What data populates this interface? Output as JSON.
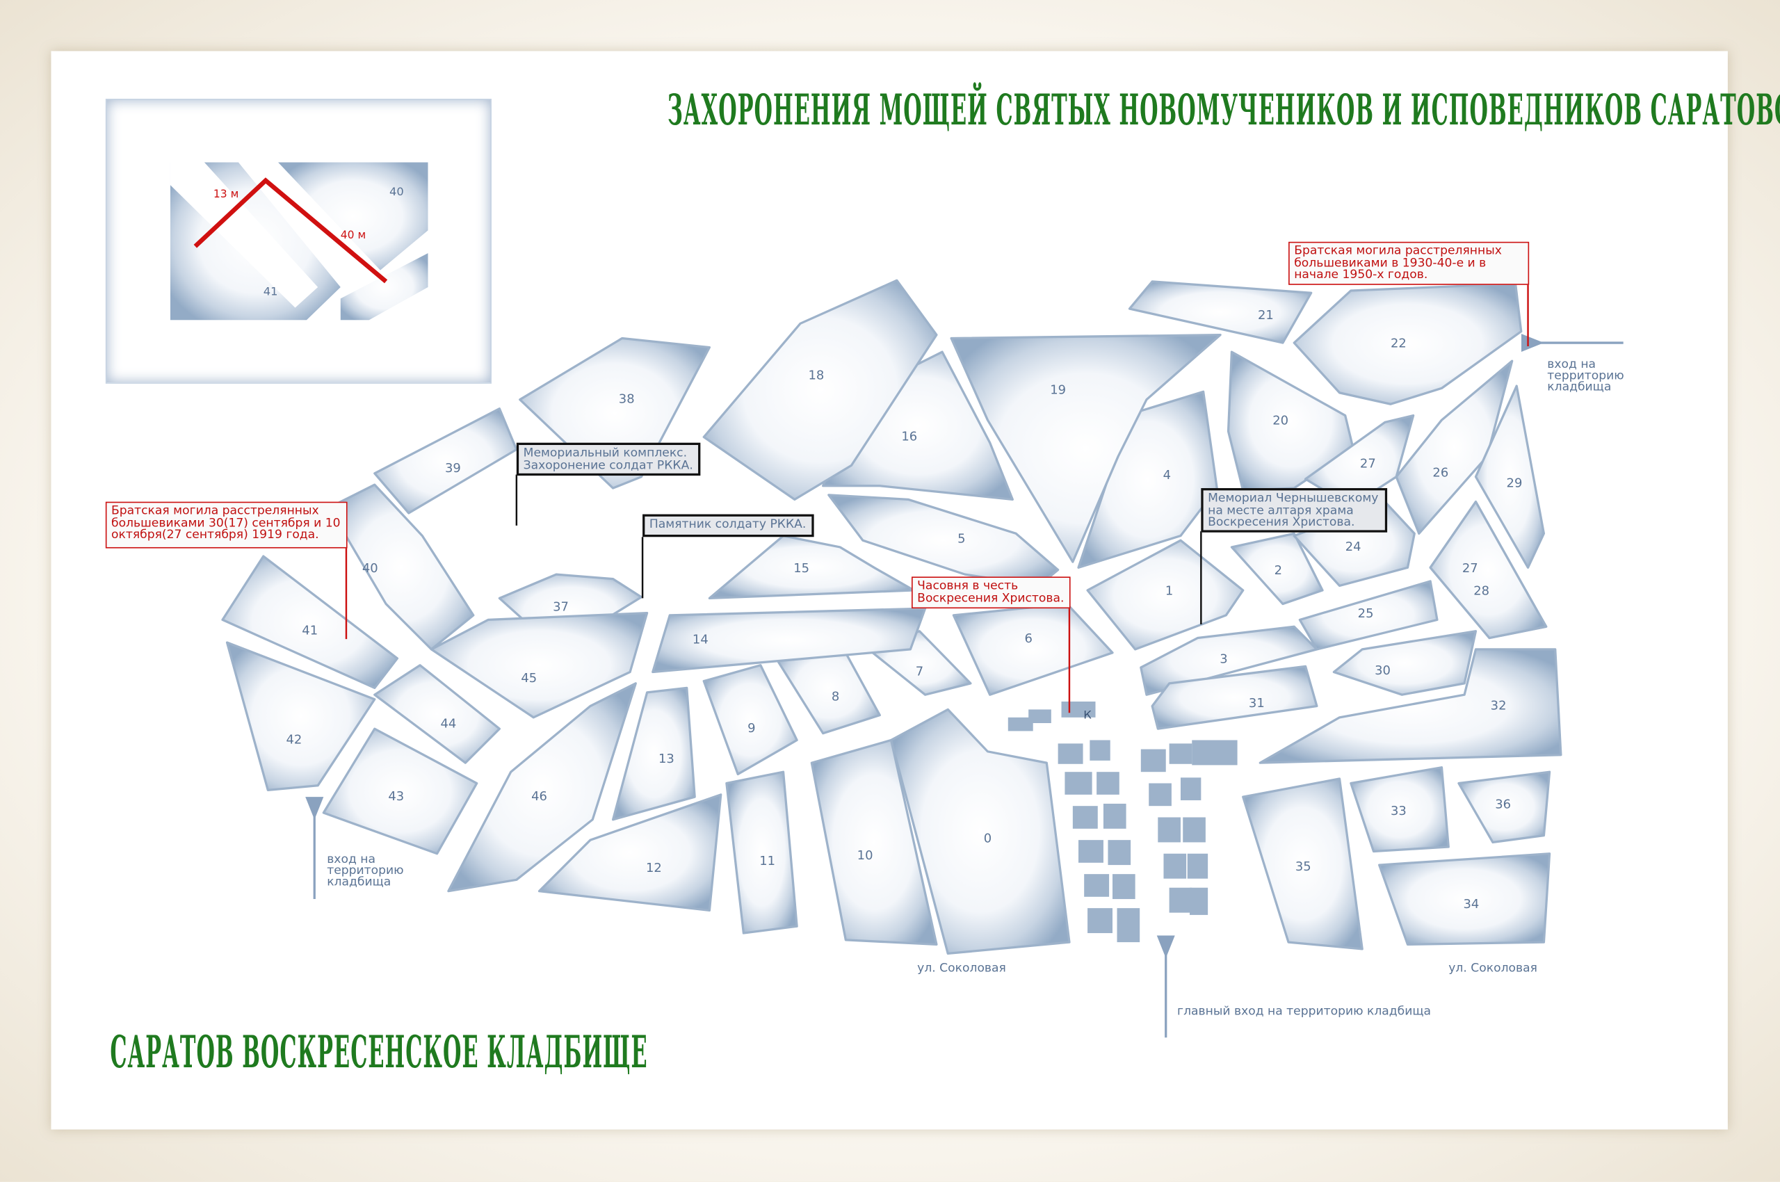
{
  "title": "ЗАХОРОНЕНИЯ МОЩЕЙ СВЯТЫХ НОВОМУЧЕНИКОВ И ИСПОВЕДНИКОВ САРАТОВСКИХ",
  "subtitle": "САРАТОВ   ВОСКРЕСЕНСКОЕ КЛАДБИЩЕ",
  "colors": {
    "title": "#1f7a1f",
    "block": "#9db2ca",
    "road": "#ffffff",
    "callout_red": "#cc1111"
  },
  "inset": {
    "dist_a": "13 м",
    "dist_b": "40 м",
    "block_a": "40",
    "block_b": "41"
  },
  "blocks": [
    "0",
    "1",
    "2",
    "3",
    "4",
    "5",
    "6",
    "7",
    "8",
    "9",
    "10",
    "11",
    "12",
    "13",
    "14",
    "15",
    "16",
    "18",
    "19",
    "20",
    "21",
    "22",
    "24",
    "25",
    "26",
    "27",
    "27",
    "28",
    "29",
    "30",
    "31",
    "32",
    "33",
    "34",
    "35",
    "36",
    "37",
    "38",
    "39",
    "40",
    "41",
    "42",
    "43",
    "44",
    "45",
    "46",
    "К"
  ],
  "callouts": {
    "mass_grave_1919": "Братская могила расстрелянных большевиками 30(17) сентября и 10 октября(27 сентября) 1919 года.",
    "memorial_complex": "Мемориальный комплекс. Захоронение солдат РККА.",
    "soldier_monument": "Памятник солдату РККА.",
    "chapel": "Часовня в честь Воскресения Христова.",
    "chernyshevsky": "Мемориал Чернышевскому на месте алтаря храма Воскресения Христова.",
    "mass_grave_1930": "Братская могила расстрелянных большевиками в 1930-40-е и в начале 1950-х годов."
  },
  "labels": {
    "entrance_right": "вход на территорию кладбища",
    "entrance_left": "вход на территорию кладбища",
    "main_entrance": "главный вход на территорию кладбища",
    "street_left": "ул. Соколовая",
    "street_right": "ул. Соколовая"
  }
}
